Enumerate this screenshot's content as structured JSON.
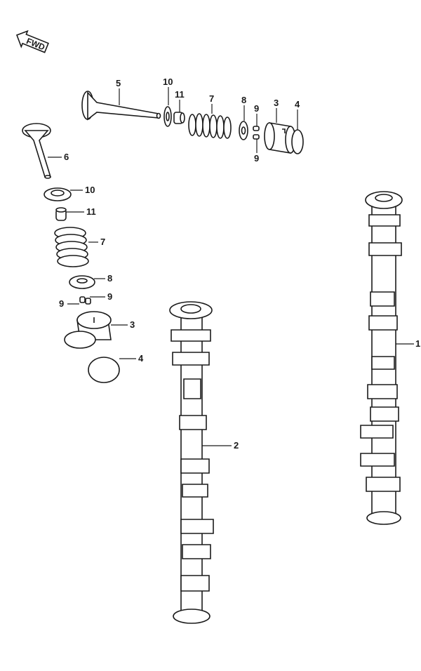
{
  "fwd_label": "FWD",
  "callouts": [
    {
      "id": "c5",
      "text": "5"
    },
    {
      "id": "c10a",
      "text": "10"
    },
    {
      "id": "c11a",
      "text": "11"
    },
    {
      "id": "c7a",
      "text": "7"
    },
    {
      "id": "c8a",
      "text": "8"
    },
    {
      "id": "c9a",
      "text": "9"
    },
    {
      "id": "c3a",
      "text": "3"
    },
    {
      "id": "c4a",
      "text": "4"
    },
    {
      "id": "c9b",
      "text": "9"
    },
    {
      "id": "c6",
      "text": "6"
    },
    {
      "id": "c10b",
      "text": "10"
    },
    {
      "id": "c11b",
      "text": "11"
    },
    {
      "id": "c7b",
      "text": "7"
    },
    {
      "id": "c8b",
      "text": "8"
    },
    {
      "id": "c9c",
      "text": "9"
    },
    {
      "id": "c9d",
      "text": "9"
    },
    {
      "id": "c3b",
      "text": "3"
    },
    {
      "id": "c4b",
      "text": "4"
    },
    {
      "id": "c1",
      "text": "1"
    },
    {
      "id": "c2",
      "text": "2"
    }
  ]
}
